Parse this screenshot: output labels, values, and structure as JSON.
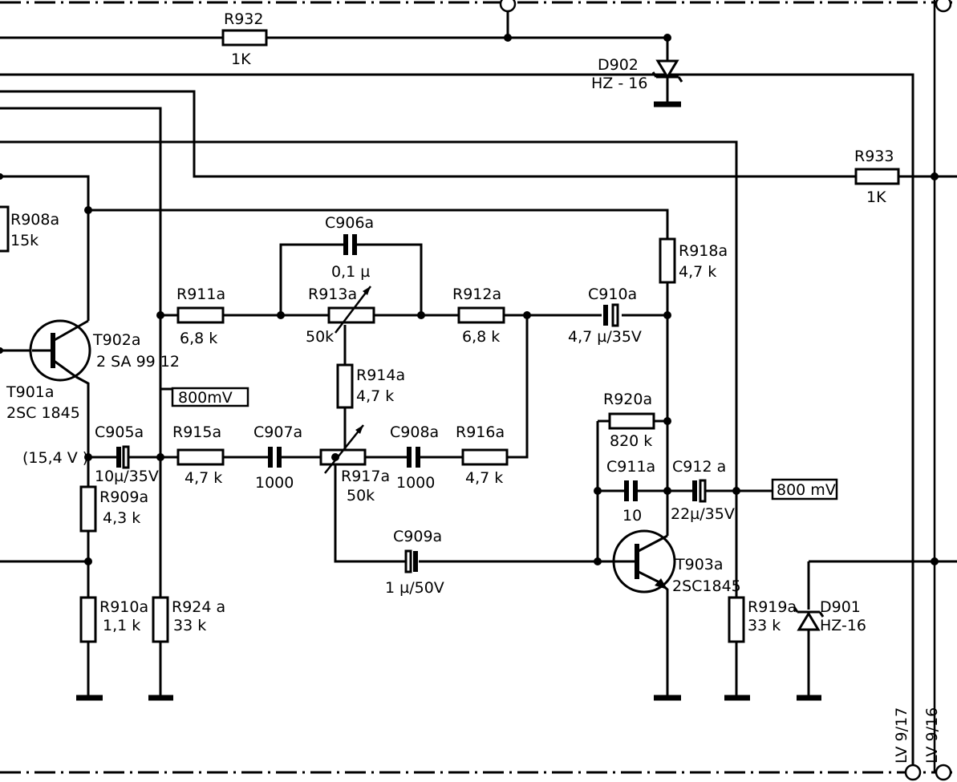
{
  "resistors": [
    {
      "ref": "R932",
      "value": "1K"
    },
    {
      "ref": "R933",
      "value": "1K"
    },
    {
      "ref": "R908a",
      "value": "15k"
    },
    {
      "ref": "R911a",
      "value": "6,8 k"
    },
    {
      "ref": "R913a",
      "value": "50k"
    },
    {
      "ref": "R912a",
      "value": "6,8 k"
    },
    {
      "ref": "R918a",
      "value": "4,7 k"
    },
    {
      "ref": "R914a",
      "value": "4,7 k"
    },
    {
      "ref": "R915a",
      "value": "4,7 k"
    },
    {
      "ref": "R917a",
      "value": "50k"
    },
    {
      "ref": "R916a",
      "value": "4,7 k"
    },
    {
      "ref": "R920a",
      "value": "820 k"
    },
    {
      "ref": "R909a",
      "value": "4,3 k"
    },
    {
      "ref": "R910a",
      "value": "1,1 k"
    },
    {
      "ref": "R924 a",
      "value": "33 k"
    },
    {
      "ref": "R919a",
      "value": "33 k"
    }
  ],
  "capacitors": [
    {
      "ref": "C906a",
      "value": "0,1 µ"
    },
    {
      "ref": "C910a",
      "value": "4,7 µ/35V"
    },
    {
      "ref": "C905a",
      "value": "10µ/35V"
    },
    {
      "ref": "C907a",
      "value": "1000"
    },
    {
      "ref": "C908a",
      "value": "1000"
    },
    {
      "ref": "C911a",
      "value": "10"
    },
    {
      "ref": "C912 a",
      "value": "22µ/35V"
    },
    {
      "ref": "C909a",
      "value": "1 µ/50V"
    }
  ],
  "transistors": [
    {
      "ref": "T902a",
      "type": "2 SA 99 12"
    },
    {
      "ref": "T901a",
      "type": "2SC 1845"
    },
    {
      "ref": "T903a",
      "type": "2SC1845"
    }
  ],
  "diodes": [
    {
      "ref": "D902",
      "type": "HZ - 16"
    },
    {
      "ref": "D901",
      "type": "HZ-16"
    }
  ],
  "signal_levels": [
    "800mV",
    "800 mV"
  ],
  "voltage_note": "(15,4 V )",
  "connectors": [
    "LV 9/17",
    "LV 9/16"
  ]
}
